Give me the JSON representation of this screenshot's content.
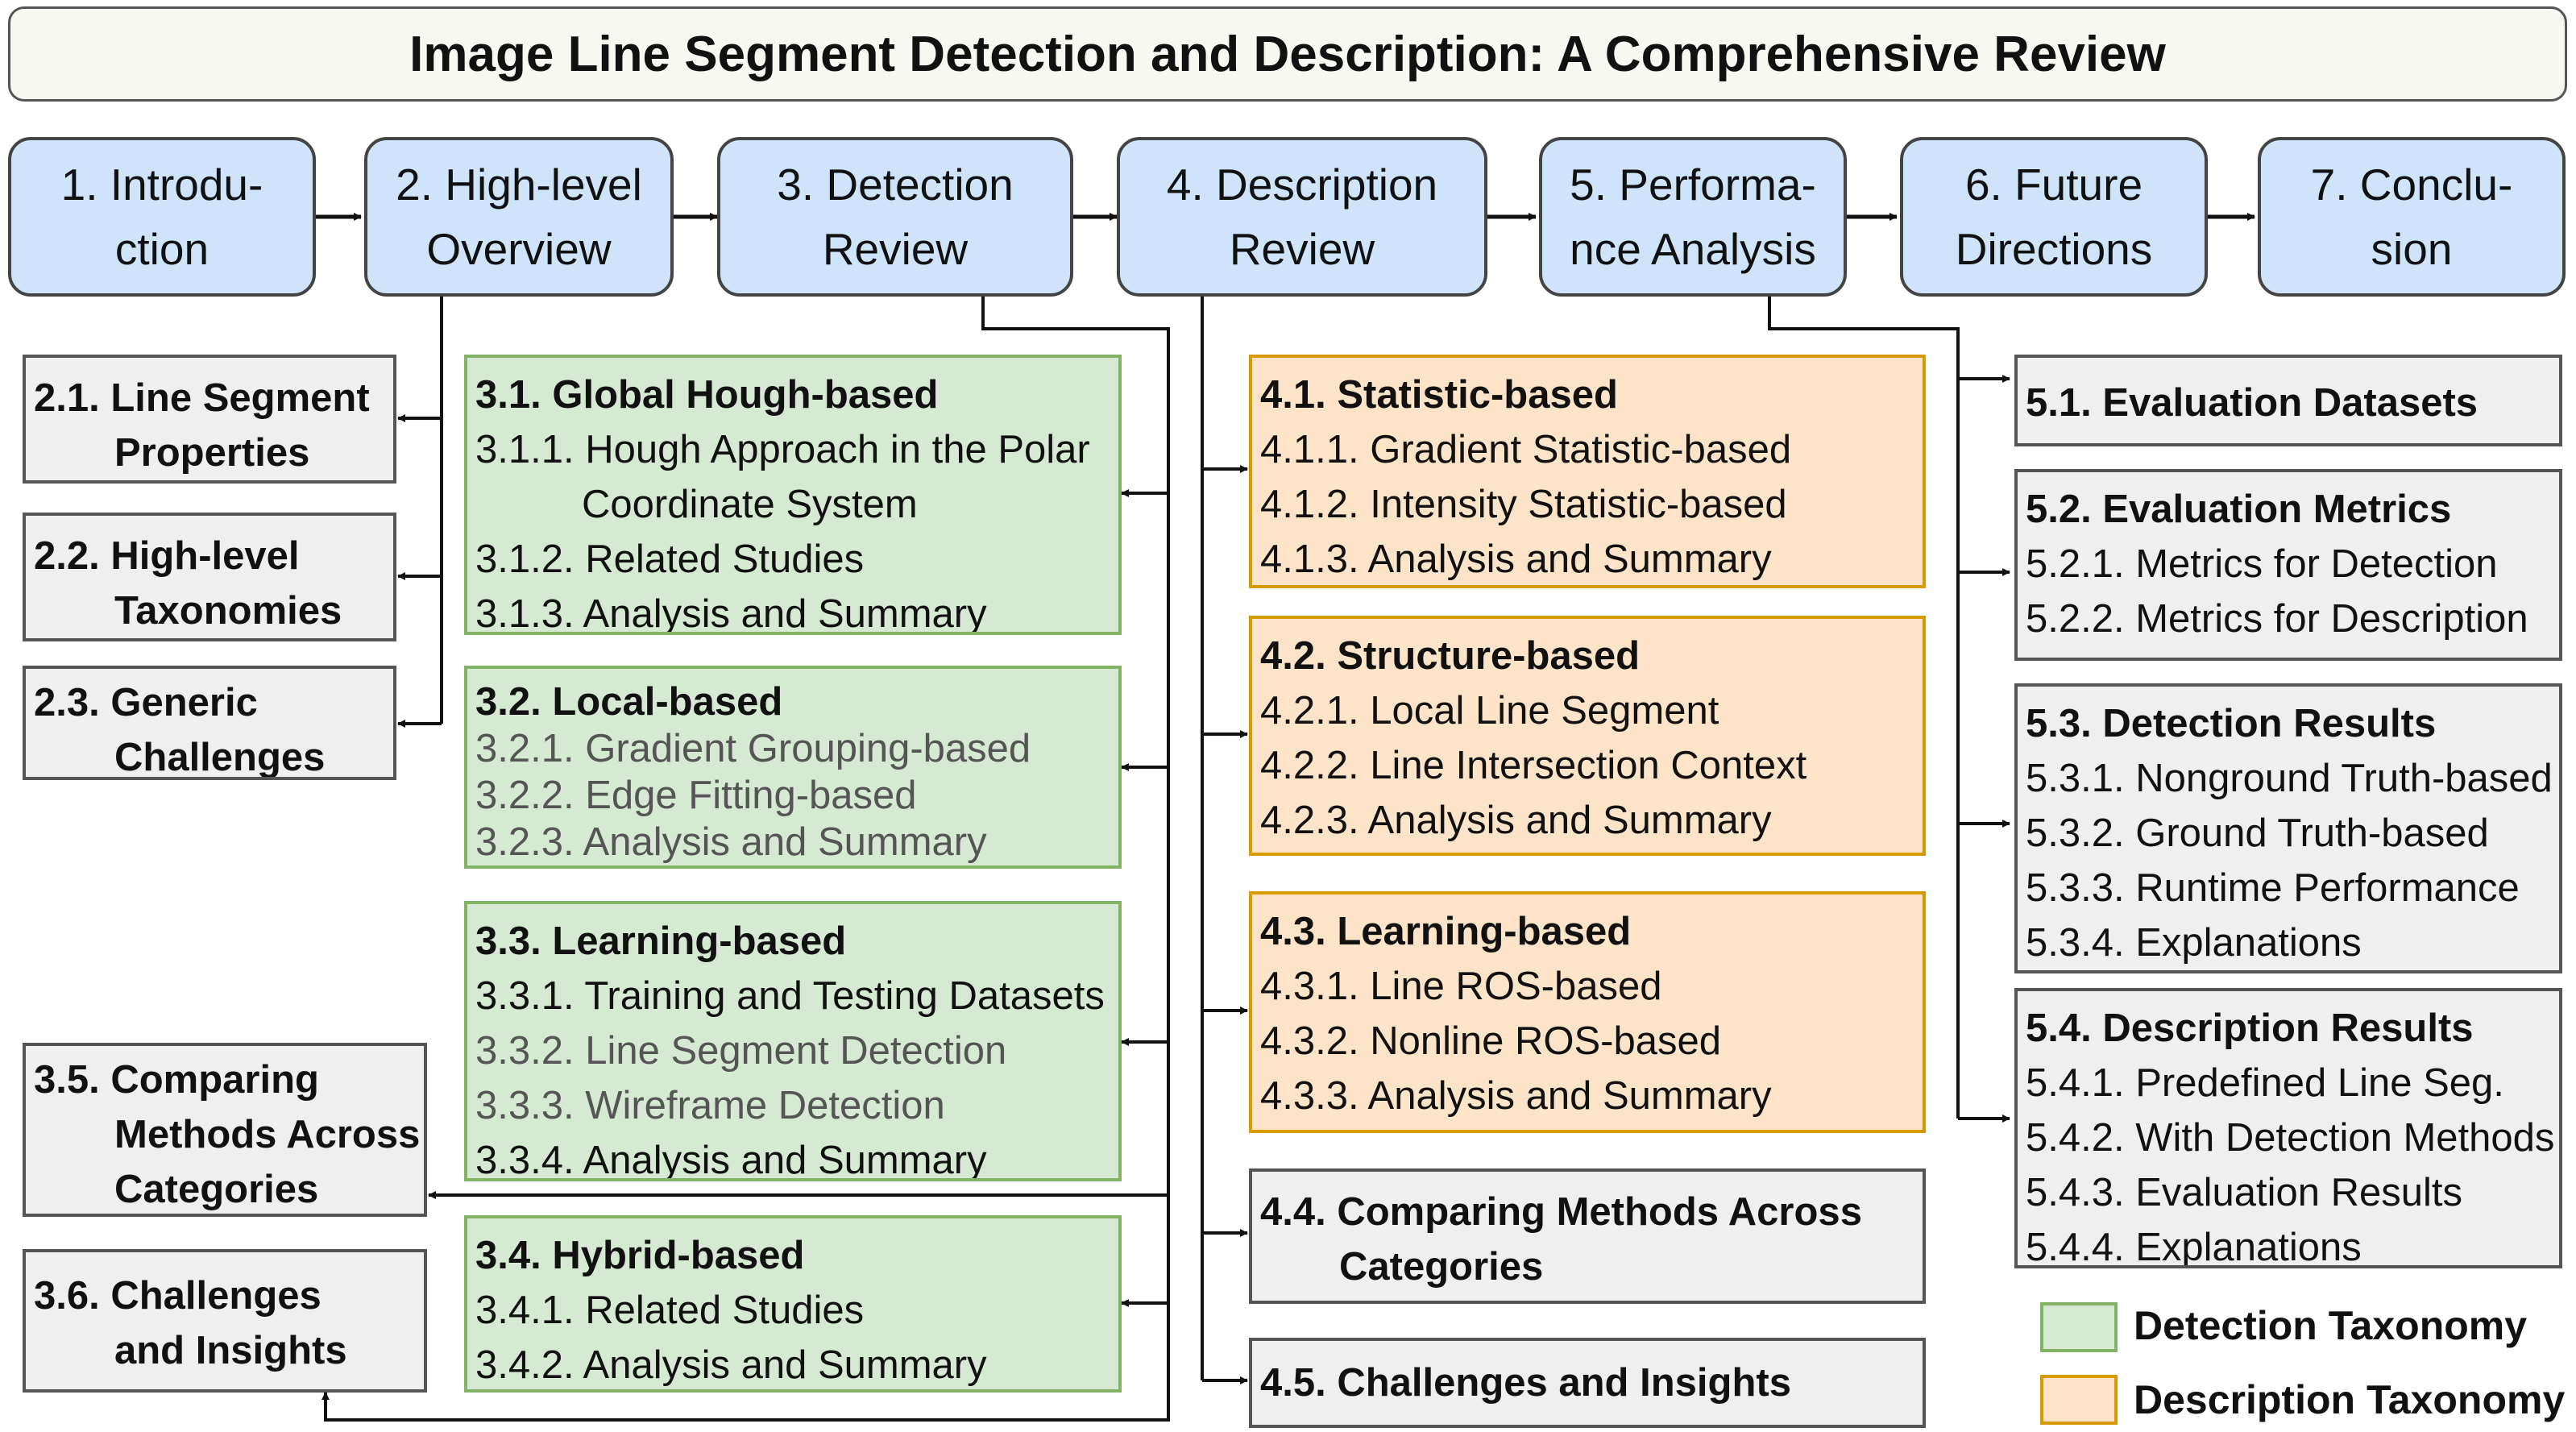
{
  "title": "Image Line Segment Detection and Description: A Comprehensive Review",
  "sections": [
    {
      "label": "1. Introdu-\nction"
    },
    {
      "label": "2. High-level\nOverview"
    },
    {
      "label": "3. Detection\nReview"
    },
    {
      "label": "4. Description\nReview"
    },
    {
      "label": "5. Performa-\nnce Analysis"
    },
    {
      "label": "6. Future\nDirections"
    },
    {
      "label": "7. Conclu-\nsion"
    }
  ],
  "overview": [
    {
      "num": "2.1.",
      "line1": "Line Segment",
      "line2": "Properties"
    },
    {
      "num": "2.2.",
      "line1": "High-level",
      "line2": "Taxonomies"
    },
    {
      "num": "2.3.",
      "line1": "Generic",
      "line2": "Challenges"
    }
  ],
  "detection_extra": [
    {
      "num": "3.5.",
      "lines": [
        "Comparing",
        "Methods Across",
        "Categories"
      ]
    },
    {
      "num": "3.6.",
      "lines": [
        "Challenges",
        "and Insights"
      ]
    }
  ],
  "detection": [
    {
      "heading": "3.1. Global Hough-based",
      "items": [
        "3.1.1. Hough Approach in the Polar",
        "Coordinate System",
        "3.1.2. Related Studies",
        "3.1.3. Analysis and Summary"
      ]
    },
    {
      "heading": "3.2. Local-based",
      "items": [
        "3.2.1. Gradient Grouping-based",
        "3.2.2. Edge Fitting-based",
        "3.2.3. Analysis and Summary"
      ]
    },
    {
      "heading": "3.3. Learning-based",
      "items": [
        "3.3.1. Training and Testing Datasets",
        "3.3.2. Line Segment Detection",
        "3.3.3. Wireframe Detection",
        "3.3.4. Analysis and Summary"
      ]
    },
    {
      "heading": "3.4. Hybrid-based",
      "items": [
        "3.4.1. Related Studies",
        "3.4.2. Analysis and Summary"
      ]
    }
  ],
  "description": [
    {
      "heading": "4.1. Statistic-based",
      "items": [
        "4.1.1. Gradient Statistic-based",
        "4.1.2. Intensity Statistic-based",
        "4.1.3. Analysis and Summary"
      ]
    },
    {
      "heading": "4.2. Structure-based",
      "items": [
        "4.2.1. Local Line Segment",
        "4.2.2. Line Intersection Context",
        "4.2.3. Analysis and Summary"
      ]
    },
    {
      "heading": "4.3. Learning-based",
      "items": [
        "4.3.1. Line ROS-based",
        "4.3.2. Nonline ROS-based",
        "4.3.3. Analysis and Summary"
      ]
    },
    {
      "heading": "4.4. Comparing Methods Across",
      "items": [
        "Categories"
      ]
    },
    {
      "heading": "4.5. Challenges and Insights",
      "items": []
    }
  ],
  "performance": [
    {
      "heading": "5.1. Evaluation Datasets",
      "items": []
    },
    {
      "heading": "5.2. Evaluation Metrics",
      "items": [
        "5.2.1. Metrics for Detection",
        "5.2.2. Metrics for Description"
      ]
    },
    {
      "heading": "5.3. Detection Results",
      "items": [
        "5.3.1. Nonground Truth-based",
        "5.3.2. Ground Truth-based",
        "5.3.3. Runtime Performance",
        "5.3.4. Explanations"
      ]
    },
    {
      "heading": "5.4. Description Results",
      "items": [
        "5.4.1. Predefined Line Seg.",
        "5.4.2. With Detection Methods",
        "5.4.3. Evaluation Results",
        "5.4.4. Explanations"
      ]
    }
  ],
  "legend": [
    {
      "label": "Detection Taxonomy",
      "color": "#d6e9d3",
      "border": "#82b366"
    },
    {
      "label": "Description Taxonomy",
      "color": "#fde3c8",
      "border": "#d79b00"
    }
  ]
}
